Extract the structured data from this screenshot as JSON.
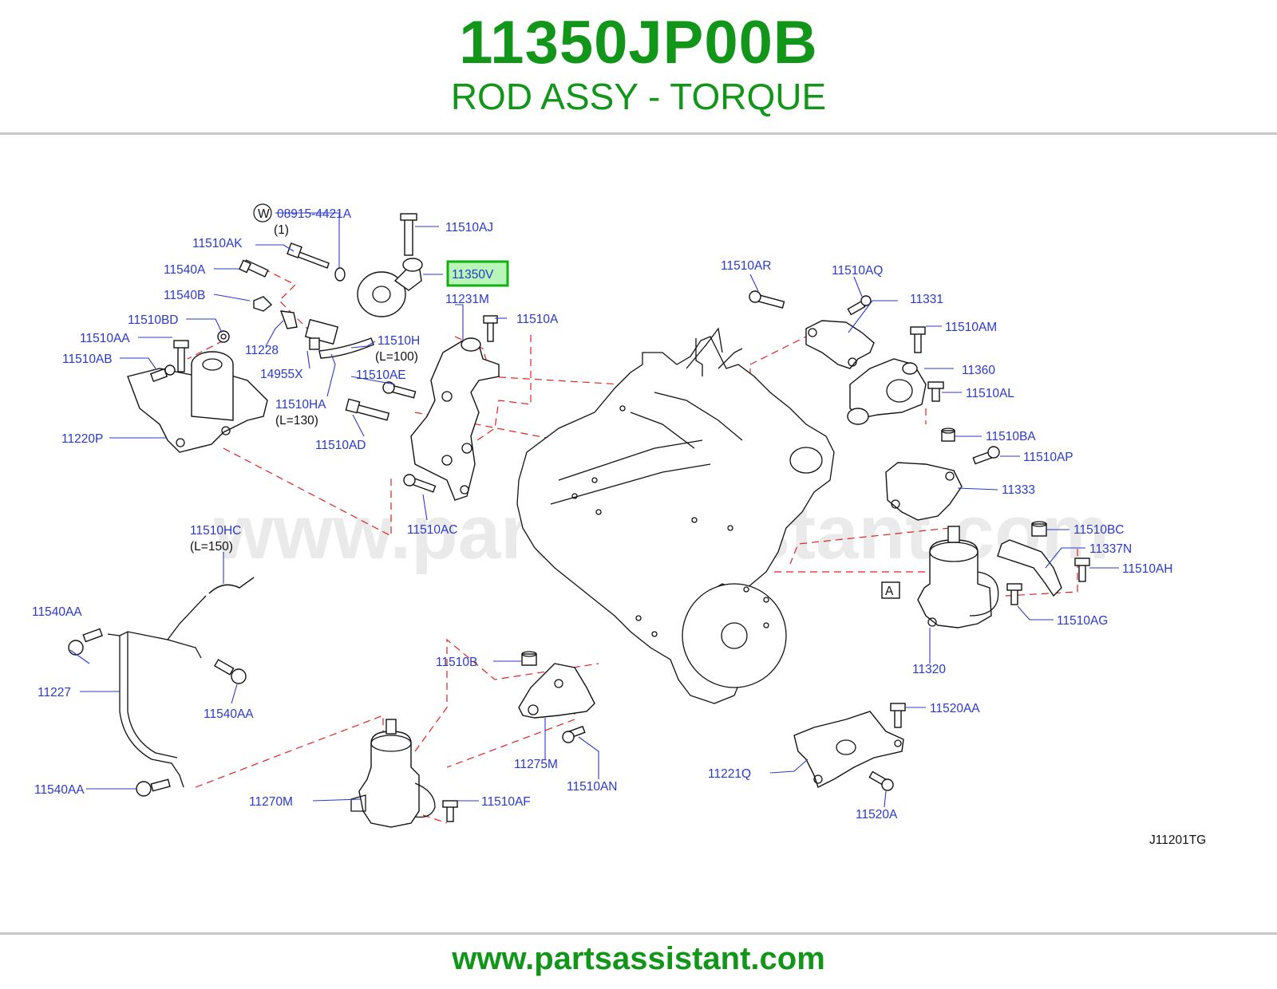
{
  "header": {
    "part_number": "11350JP00B",
    "part_name": "ROD ASSY - TORQUE"
  },
  "footer": {
    "url": "www.partsassistant.com"
  },
  "diagram": {
    "watermark": "www.partsassistant.com",
    "code": "J11201TG",
    "highlight_color": "#10b010",
    "labels": {
      "p08915": "08915-4421A",
      "qty1": "(1)",
      "w": "W",
      "p11510AJ": "11510AJ",
      "p11510AK": "11510AK",
      "p11540A": "11540A",
      "p11350V": "11350V",
      "p11231M": "11231M",
      "p11540B": "11540B",
      "p11510A": "11510A",
      "p11510BD": "11510BD",
      "p11510AA": "11510AA",
      "p11228": "11228",
      "p11510H": "11510H",
      "l100": "(L=100)",
      "p11510AB": "11510AB",
      "p14955X": "14955X",
      "p11510AE": "11510AE",
      "p11510HA": "11510HA",
      "l130": "(L=130)",
      "p11220P": "11220P",
      "p11510AD": "11510AD",
      "p11510AC": "11510AC",
      "p11510HC": "11510HC",
      "l150": "(L=150)",
      "p11540AA_1": "11540AA",
      "p11540AA_2": "11540AA",
      "p11540AA_3": "11540AA",
      "p11227": "11227",
      "p11510AR": "11510AR",
      "p11510AQ": "11510AQ",
      "p11331": "11331",
      "p11510AM": "11510AM",
      "p11360": "11360",
      "p11510AL": "11510AL",
      "p11510BA": "11510BA",
      "p11510AP": "11510AP",
      "p11333": "11333",
      "p11510BC": "11510BC",
      "p11337N": "11337N",
      "p11510AH": "11510AH",
      "box_a": "A",
      "p11510AG": "11510AG",
      "p11320": "11320",
      "p11510B": "11510B",
      "p11275M": "11275M",
      "p11510AN": "11510AN",
      "p11520AA": "11520AA",
      "p11221Q": "11221Q",
      "p11520A": "11520A",
      "p11270M": "11270M",
      "p11510AF": "11510AF"
    }
  }
}
